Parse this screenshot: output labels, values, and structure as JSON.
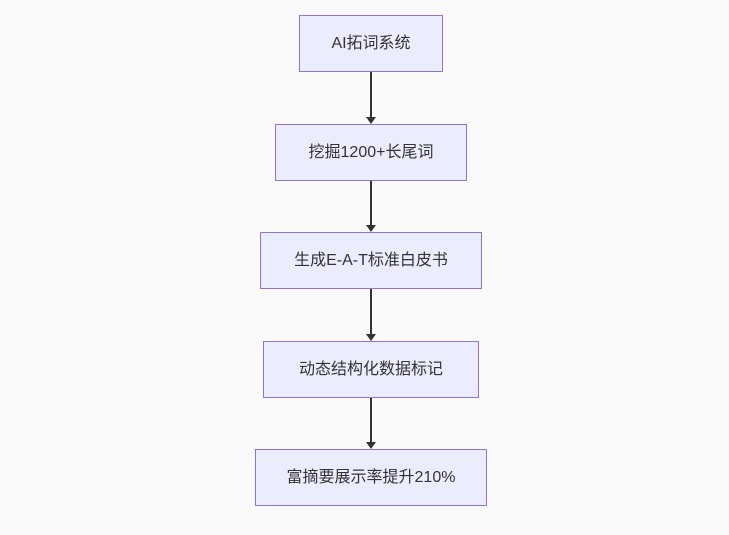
{
  "diagram": {
    "type": "flowchart",
    "direction": "top-down",
    "nodes": [
      {
        "id": "n1",
        "label": "AI拓词系统"
      },
      {
        "id": "n2",
        "label": "挖掘1200+长尾词"
      },
      {
        "id": "n3",
        "label": "生成E-A-T标准白皮书"
      },
      {
        "id": "n4",
        "label": "动态结构化数据标记"
      },
      {
        "id": "n5",
        "label": "富摘要展示率提升210%"
      }
    ],
    "edges": [
      {
        "from": "n1",
        "to": "n2",
        "arrow": "down"
      },
      {
        "from": "n2",
        "to": "n3",
        "arrow": "down"
      },
      {
        "from": "n3",
        "to": "n4",
        "arrow": "down"
      },
      {
        "from": "n4",
        "to": "n5",
        "arrow": "down"
      }
    ],
    "colors": {
      "background": "#fafafa",
      "node_fill": "#ECECFF",
      "node_border": "#9370DB",
      "text": "#333333",
      "arrow": "#333333"
    }
  }
}
